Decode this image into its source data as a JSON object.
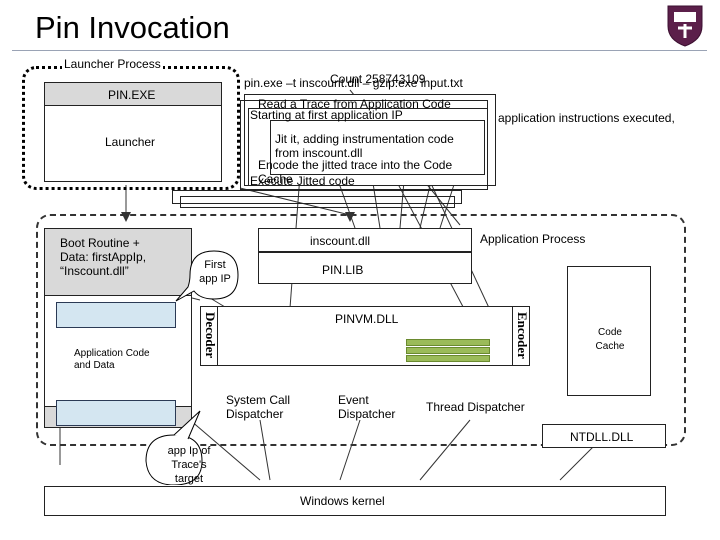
{
  "slide": {
    "title": "Pin Invocation"
  },
  "launcher_process": {
    "label": "Launcher Process",
    "pin_exe": "PIN.EXE",
    "launcher": "Launcher",
    "command": "pin.exe –t inscount.dll – gzip.exe input.txt",
    "count_file": "Count 258743109",
    "steps": [
      "Read a Trace from Application Code",
      "Starting at first application IP",
      "Jit it, adding instrumentation code from inscount.dll",
      "Encode the jitted trace into the Code Cache",
      "Execute Jitted code"
    ],
    "overlap_note": "application instructions executed,"
  },
  "application_process": {
    "label": "Application Process",
    "boot_routine": "Boot Routine + Data: firstAppIp, “Inscount.dll”",
    "first_app_ip": "First app IP",
    "app_code": "Application Code and Data",
    "inscount_dll": "inscount.dll",
    "pin_lib": "PIN.LIB",
    "pinvm_dll": "PINVM.DLL",
    "decoder": "Decoder",
    "encoder": "Encoder",
    "code_cache": "Code Cache",
    "system_call": "System Call Dispatcher",
    "event_dispatcher": "Event Dispatcher",
    "thread_dispatcher": "Thread Dispatcher",
    "ntdll": "NTDLL.DLL",
    "trace_target": "app Ip of Trace's target",
    "windows_kernel": "Windows kernel"
  }
}
